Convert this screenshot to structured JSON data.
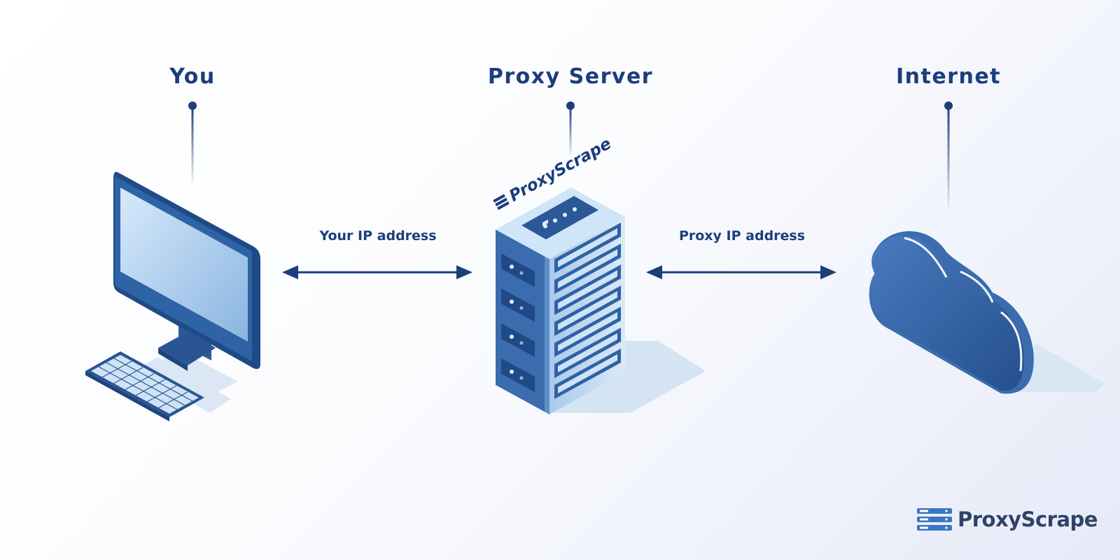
{
  "nodes": {
    "you": {
      "title": "You",
      "icon": "desktop-computer-icon"
    },
    "proxy": {
      "title": "Proxy Server",
      "icon": "server-rack-icon",
      "label": "ProxyScrape"
    },
    "internet": {
      "title": "Internet",
      "icon": "cloud-icon"
    }
  },
  "edges": {
    "left": {
      "label": "Your IP address",
      "direction": "bidirectional"
    },
    "right": {
      "label": "Proxy IP address",
      "direction": "bidirectional"
    }
  },
  "brand": {
    "name": "ProxyScrape",
    "icon": "proxyscrape-logo-icon"
  },
  "colors": {
    "title": "#1d3d7c",
    "arrow": "#1d3d7c",
    "primary_blue": "#2f5e9c",
    "light_blue": "#cfe2f5",
    "brand_text": "#2f4268"
  }
}
